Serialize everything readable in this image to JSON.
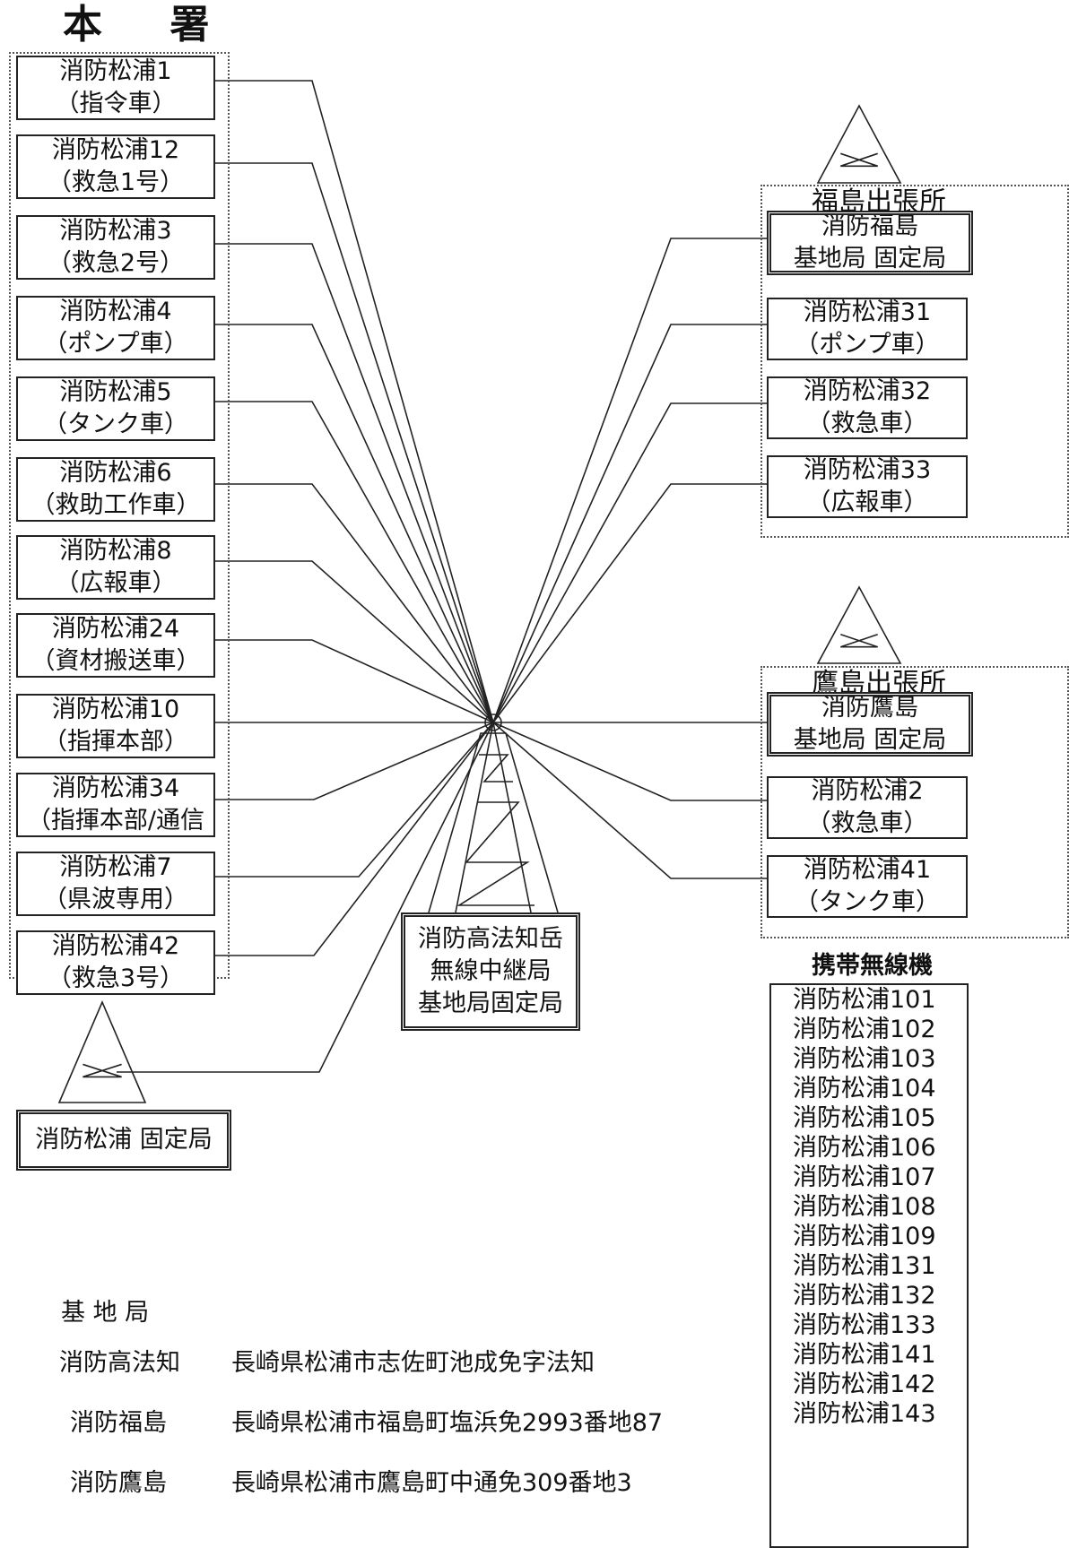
{
  "honsho": {
    "title": "本 署",
    "units": [
      {
        "name": "消防松浦1",
        "role": "（指令車）"
      },
      {
        "name": "消防松浦12",
        "role": "（救急1号）"
      },
      {
        "name": "消防松浦3",
        "role": "（救急2号）"
      },
      {
        "name": "消防松浦4",
        "role": "（ポンプ車）"
      },
      {
        "name": "消防松浦5",
        "role": "（タンク車）"
      },
      {
        "name": "消防松浦6",
        "role": "（救助工作車）"
      },
      {
        "name": "消防松浦8",
        "role": "（広報車）"
      },
      {
        "name": "消防松浦24",
        "role": "（資材搬送車）"
      },
      {
        "name": "消防松浦10",
        "role": "（指揮本部）"
      },
      {
        "name": "消防松浦34",
        "role": "（指揮本部/通信"
      },
      {
        "name": "消防松浦7",
        "role": "（県波専用）"
      },
      {
        "name": "消防松浦42",
        "role": "（救急3号）"
      }
    ]
  },
  "fukushima": {
    "title": "福島出張所",
    "base": {
      "line1": "消防福島",
      "line2": "基地局 固定局"
    },
    "units": [
      {
        "name": "消防松浦31",
        "role": "（ポンプ車）"
      },
      {
        "name": "消防松浦32",
        "role": "（救急車）"
      },
      {
        "name": "消防松浦33",
        "role": "（広報車）"
      }
    ]
  },
  "takashima": {
    "title": "鷹島出張所",
    "base": {
      "line1": "消防鷹島",
      "line2": "基地局 固定局"
    },
    "units": [
      {
        "name": "消防松浦2",
        "role": "（救急車）"
      },
      {
        "name": "消防松浦41",
        "role": "（タンク車）"
      }
    ]
  },
  "relay": {
    "line1": "消防高法知岳",
    "line2": "無線中継局",
    "line3": "基地局固定局"
  },
  "fixed_station": "消防松浦 固定局",
  "portable": {
    "title": "携帯無線機",
    "items": [
      "消防松浦101",
      "消防松浦102",
      "消防松浦103",
      "消防松浦104",
      "消防松浦105",
      "消防松浦106",
      "消防松浦107",
      "消防松浦108",
      "消防松浦109",
      "消防松浦131",
      "消防松浦132",
      "消防松浦133",
      "消防松浦141",
      "消防松浦142",
      "消防松浦143"
    ]
  },
  "legend": {
    "heading": "基 地 局",
    "rows": [
      {
        "name": "消防高法知",
        "address": "長崎県松浦市志佐町池成免字法知"
      },
      {
        "name": "消防福島",
        "address": "長崎県松浦市福島町塩浜免2993番地87"
      },
      {
        "name": "消防鷹島",
        "address": "長崎県松浦市鷹島町中通免309番地3"
      }
    ]
  }
}
